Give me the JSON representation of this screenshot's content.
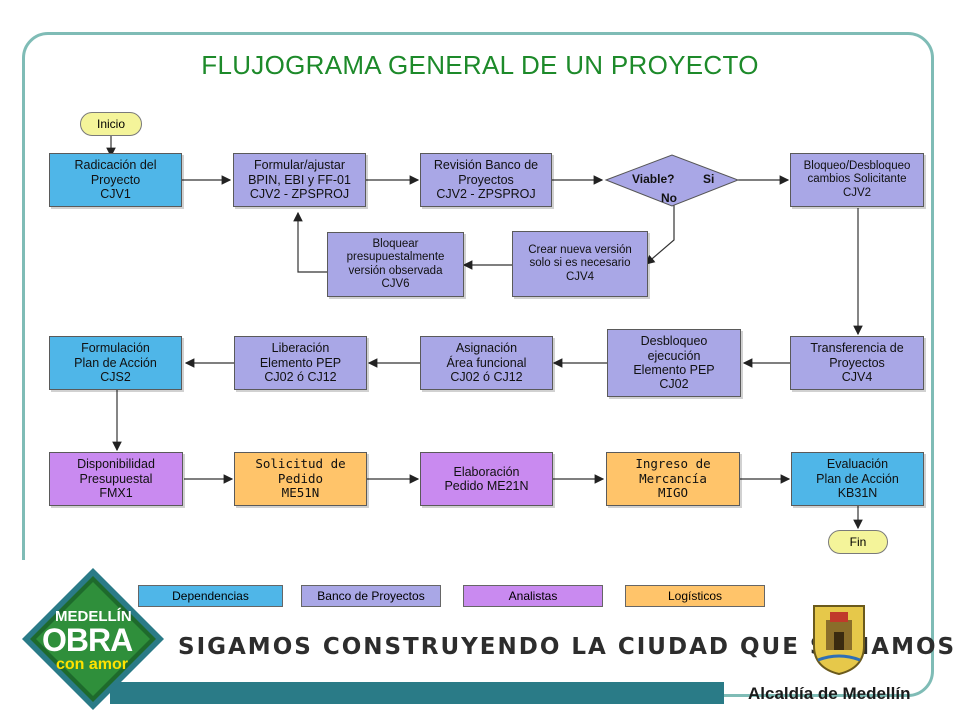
{
  "title": "FLUJOGRAMA GENERAL DE UN  PROYECTO",
  "terminals": {
    "start": "Inicio",
    "end": "Fin"
  },
  "nodes": {
    "radicacion": "Radicación del\nProyecto\nCJV1",
    "formular": "Formular/ajustar\nBPIN, EBI y FF-01\nCJV2 - ZPSPROJ",
    "revision": "Revisión Banco de\nProyectos\nCJV2 - ZPSPROJ",
    "bloqueo_desbloqueo": "Bloqueo/Desbloqueo\ncambios Solicitante\nCJV2",
    "bloquear": "Bloquear\npresupuestalmente\nversión observada\nCJV6",
    "crear_version": "Crear nueva versión\nsolo si es necesario\nCJV4",
    "formulacion_plan": "Formulación\nPlan de Acción\nCJS2",
    "liberacion": "Liberación\nElemento PEP\nCJ02 ó CJ12",
    "asignacion": "Asignación\nÁrea funcional\nCJ02 ó CJ12",
    "desbloqueo_ejec": "Desbloqueo\nejecución\nElemento PEP\nCJ02",
    "transferencia": "Transferencia de\nProyectos\nCJV4",
    "disponibilidad": "Disponibilidad\nPresupuestal\nFMX1",
    "solicitud": "Solicitud de\nPedido\nME51N",
    "elaboracion": "Elaboración\nPedido ME21N",
    "ingreso": "Ingreso de\nMercancía\nMIGO",
    "evaluacion": "Evaluación\nPlan de Acción\nKB31N"
  },
  "decision": {
    "question": "Viable?",
    "yes": "Si",
    "no": "No"
  },
  "legend": [
    "Dependencias",
    "Banco de Proyectos",
    "Analistas",
    "Logísticos"
  ],
  "colors": {
    "dependencias": "#4fb6e8",
    "banco": "#a9a7e6",
    "analistas": "#c98af0",
    "logisticos": "#ffc46a",
    "title": "#1d8a2a",
    "band": "#2a7b87"
  },
  "footer": {
    "slogan": "SIGAMOS CONSTRUYENDO LA CIUDAD QUE SOÑAMOS",
    "alcaldia": "Alcaldía de Medellín",
    "logo_line1": "MEDELLÍN",
    "logo_line2": "OBRA",
    "logo_line3": "con amor"
  }
}
